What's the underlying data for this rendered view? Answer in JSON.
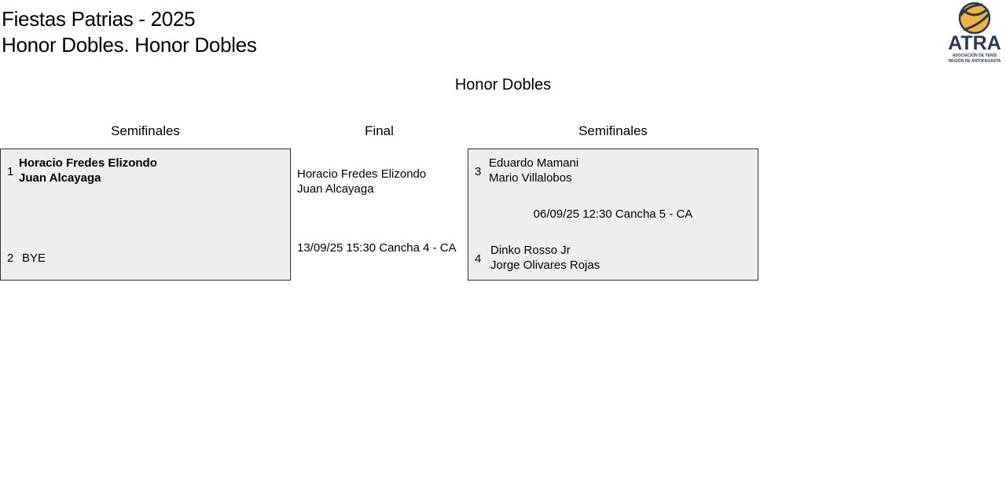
{
  "tournament": {
    "title": "Fiestas Patrias - 2025",
    "subtitle": "Honor Dobles. Honor Dobles"
  },
  "logo": {
    "text": "ATRA",
    "tagline_1": "ASOCIACIÓN DE TENIS",
    "tagline_2": "REGIÓN DE ANTOFAGASTA",
    "icon": "tennis-ball-logo-icon",
    "colors": {
      "navy": "#2b3a55",
      "gold": "#f0b340"
    }
  },
  "draw_title": "Honor Dobles",
  "rounds": {
    "left": "Semifinales",
    "middle": "Final",
    "right": "Semifinales"
  },
  "left_match": {
    "seed_1": "1",
    "team_1": [
      "Horacio Fredes Elizondo",
      "Juan Alcayaga"
    ],
    "seed_2": "2",
    "team_2": "BYE"
  },
  "final": {
    "team": [
      "Horacio Fredes Elizondo",
      "Juan Alcayaga"
    ],
    "schedule": "13/09/25 15:30 Cancha 4 - CA"
  },
  "right_match": {
    "seed_1": "3",
    "team_1": [
      "Eduardo Mamani",
      "Mario Villalobos"
    ],
    "schedule": "06/09/25 12:30 Cancha 5 - CA",
    "seed_2": "4",
    "team_2": [
      "Dinko Rosso Jr",
      "Jorge Olivares Rojas"
    ]
  },
  "colors": {
    "box_background": "#eeeeee",
    "box_border": "#333333"
  }
}
